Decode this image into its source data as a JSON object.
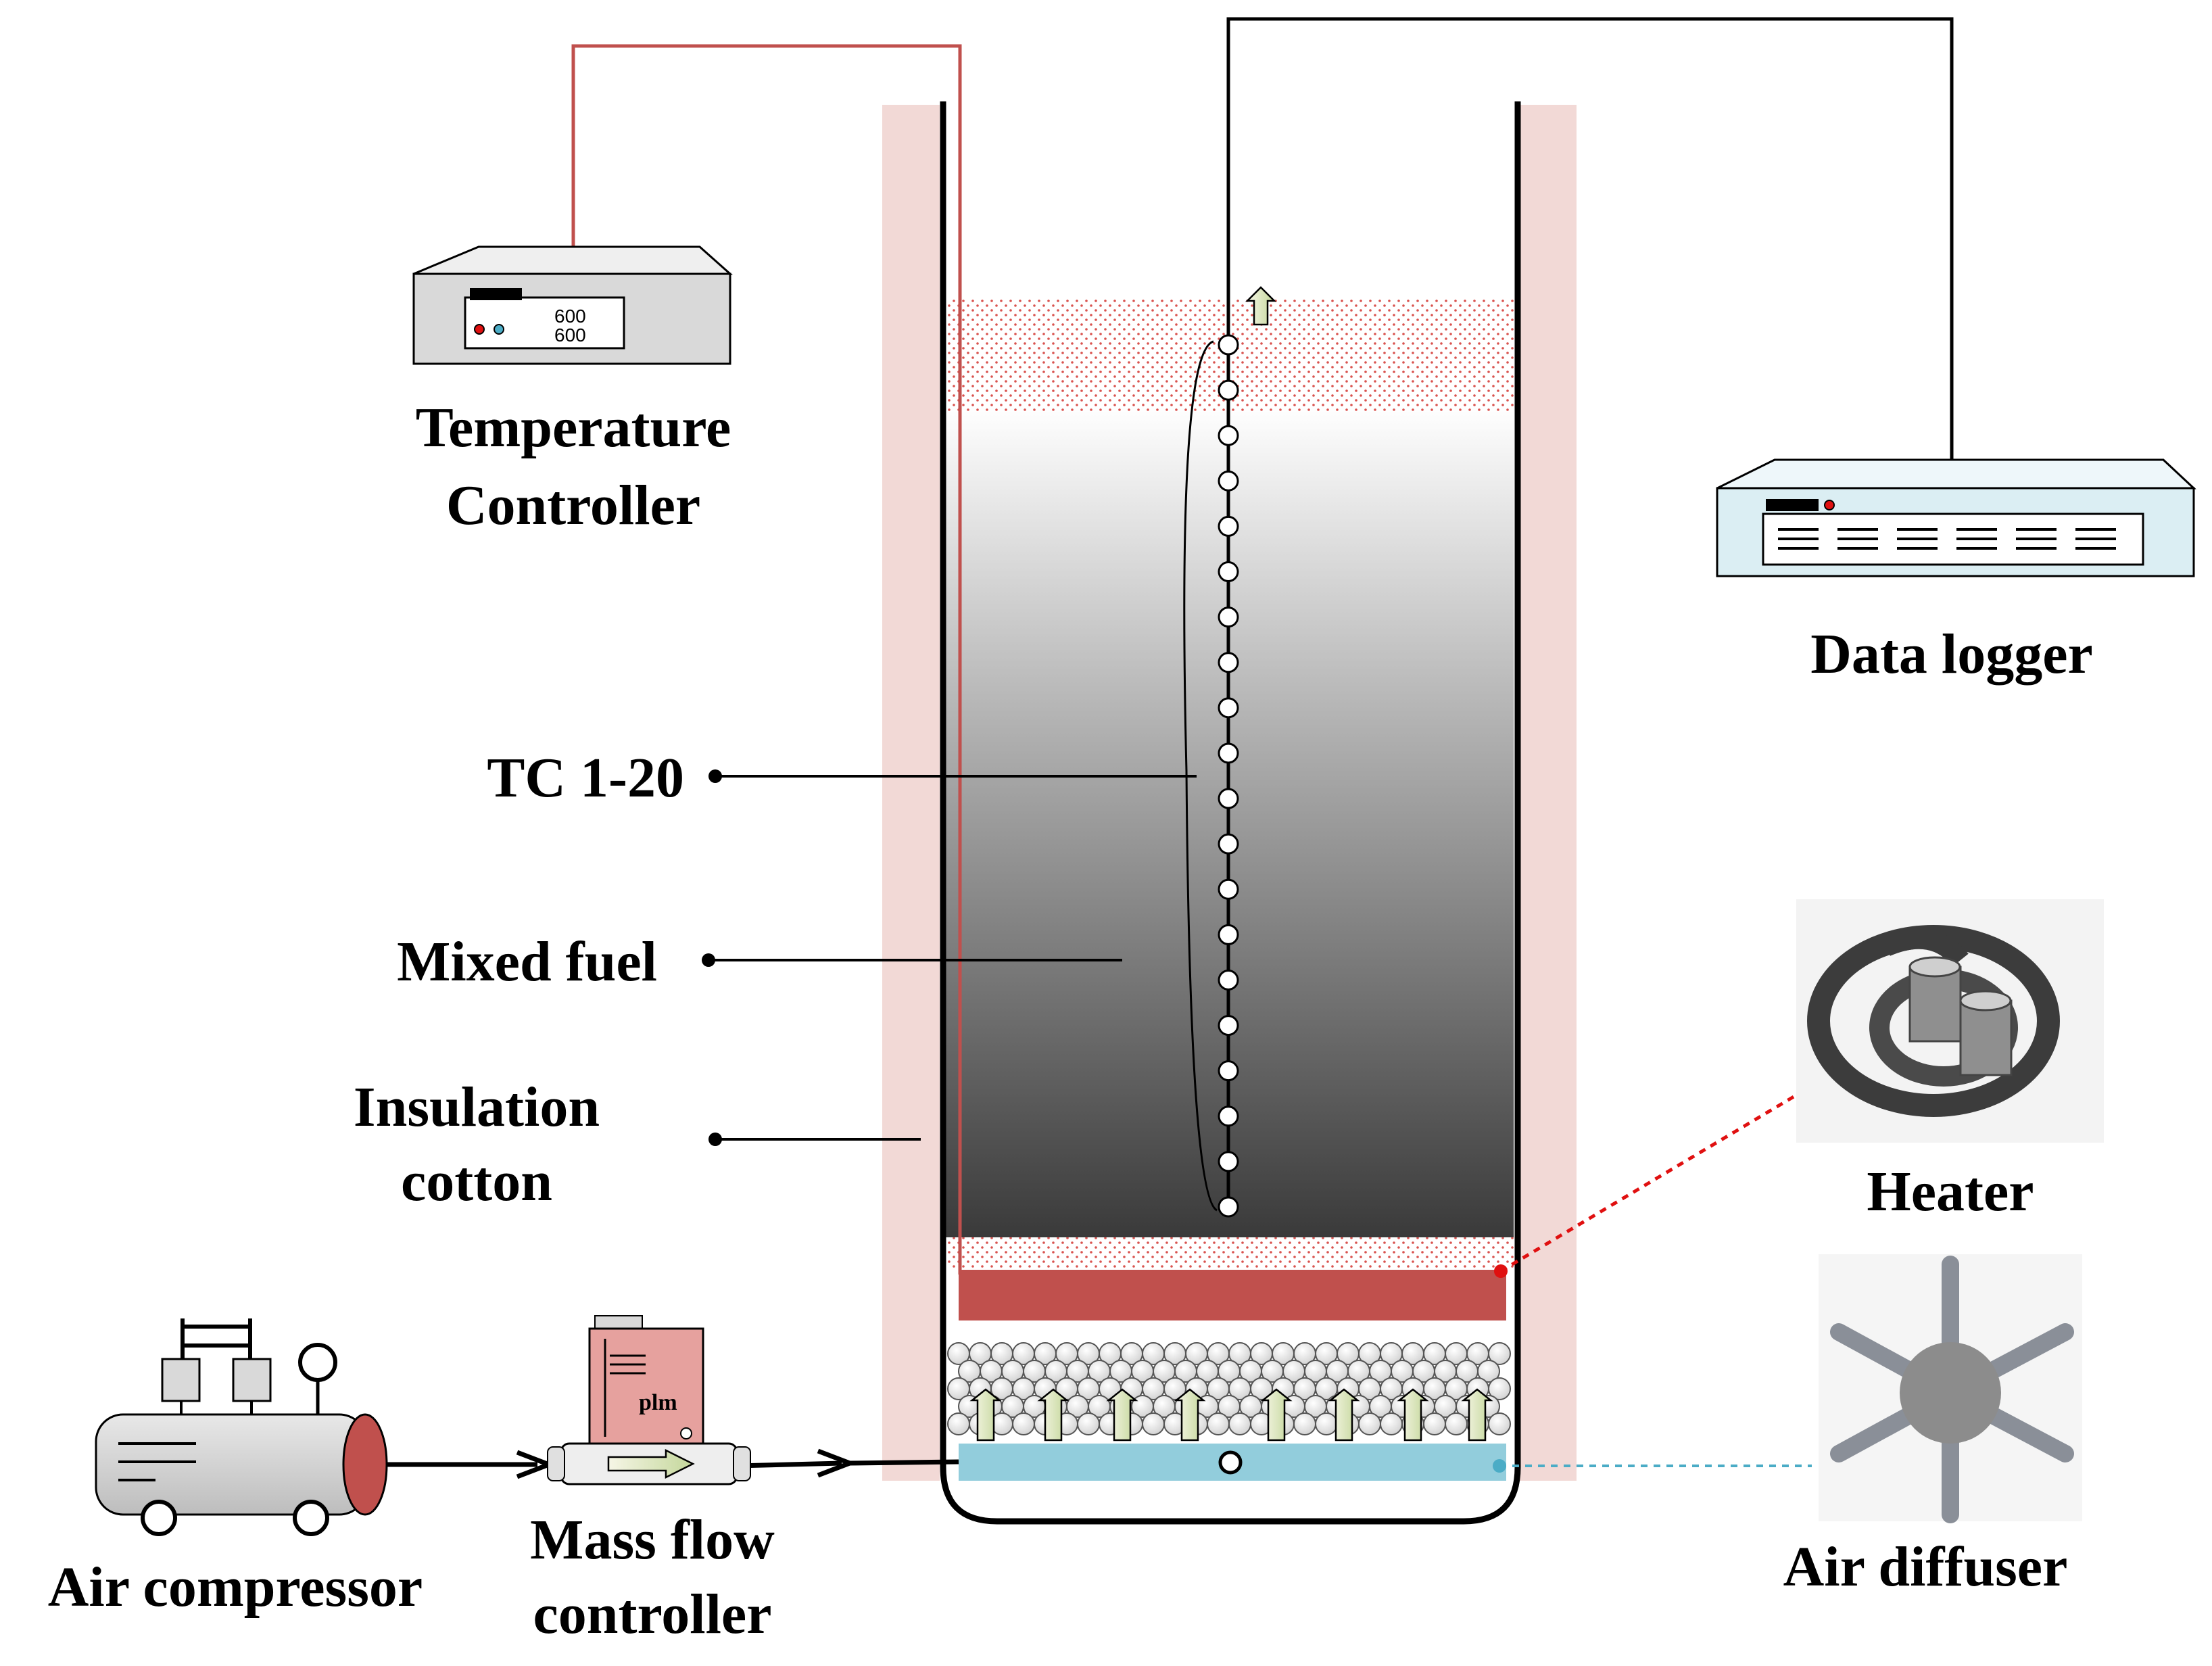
{
  "labels": {
    "temperature_controller": [
      "Temperature",
      "Controller"
    ],
    "data_logger": "Data logger",
    "tc": "TC 1-20",
    "mixed_fuel": "Mixed fuel",
    "insulation": [
      "Insulation",
      "cotton"
    ],
    "heater": "Heater",
    "air_diffuser": "Air diffuser",
    "air_compressor": "Air compressor",
    "mass_flow": [
      "Mass flow",
      "controller"
    ]
  },
  "devices": {
    "temperature_controller_display": [
      "600",
      "600"
    ],
    "mass_flow_meter_text": "plm"
  },
  "thermocouple_count": 20,
  "colors": {
    "insulation": "#f2d9d6",
    "heater_plate": "#c0504d",
    "diffuser_bar": "#92cddc",
    "wire_red": "#c0504d",
    "device_gray": "#d9d9d9",
    "logger_blue": "#dbeef3"
  },
  "icons": {
    "air_arrow": "up-arrow-icon",
    "flow_arrow": "right-arrow-icon"
  }
}
